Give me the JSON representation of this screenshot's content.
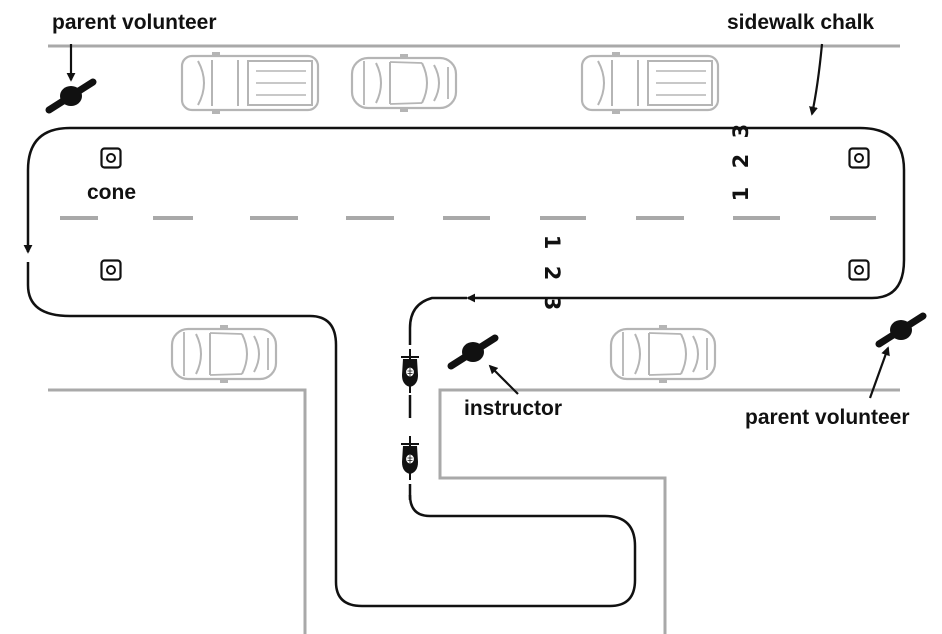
{
  "labels": {
    "parent_volunteer_top": "parent volunteer",
    "sidewalk_chalk": "sidewalk chalk",
    "cone": "cone",
    "instructor": "instructor",
    "parent_volunteer_bottom": "parent volunteer"
  },
  "chalk_marks": {
    "upper": [
      "1",
      "2",
      "3"
    ],
    "lower": [
      "1",
      "2",
      "3"
    ]
  },
  "colors": {
    "ink": "#111111",
    "curb": "#a9a9a9",
    "car": "#b5b5b5",
    "lane_dash": "#a9a9a9"
  },
  "icons": {
    "person": "person-topdown-icon",
    "cone": "cone-icon",
    "bicycle": "bicycle-rider-icon",
    "car": "parked-car-icon",
    "truck": "pickup-truck-icon"
  }
}
